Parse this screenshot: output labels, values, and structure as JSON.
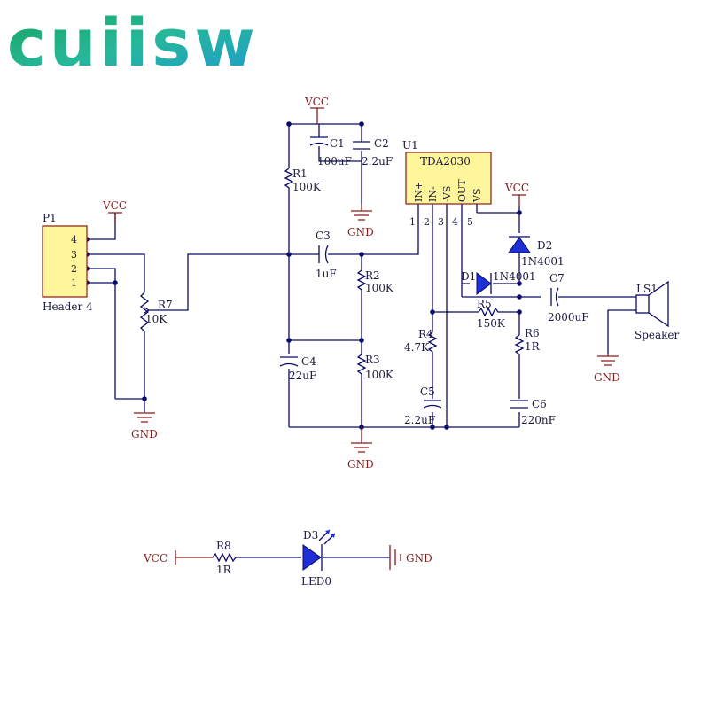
{
  "logo": {
    "text": "cuiisw",
    "color": "#1aa36b",
    "accent": "#29b6c6"
  },
  "power": {
    "vcc": "VCC",
    "gnd": "GND"
  },
  "header": {
    "ref": "P1",
    "name": "Header 4",
    "pins": [
      "4",
      "3",
      "2",
      "1"
    ]
  },
  "ic": {
    "ref": "U1",
    "part": "TDA2030",
    "pin_names": [
      "IN+",
      "IN-",
      "-VS",
      "OUT",
      "VS"
    ],
    "pin_numbers": [
      "1",
      "2",
      "3",
      "4",
      "5"
    ]
  },
  "components": {
    "r1": {
      "ref": "R1",
      "value": "100K"
    },
    "r2": {
      "ref": "R2",
      "value": "100K"
    },
    "r3": {
      "ref": "R3",
      "value": "100K"
    },
    "r4": {
      "ref": "R4",
      "value": "4.7K"
    },
    "r5": {
      "ref": "R5",
      "value": "150K"
    },
    "r6": {
      "ref": "R6",
      "value": "1R"
    },
    "r7": {
      "ref": "R7",
      "value": "10K"
    },
    "r8": {
      "ref": "R8",
      "value": "1R"
    },
    "c1": {
      "ref": "C1",
      "value": "100uF"
    },
    "c2": {
      "ref": "C2",
      "value": "2.2uF"
    },
    "c3": {
      "ref": "C3",
      "value": "1uF"
    },
    "c4": {
      "ref": "C4",
      "value": "22uF"
    },
    "c5": {
      "ref": "C5",
      "value": "2.2uF"
    },
    "c6": {
      "ref": "C6",
      "value": "220nF"
    },
    "c7": {
      "ref": "C7",
      "value": "2000uF"
    },
    "d1": {
      "ref": "D1",
      "value": "1N4001"
    },
    "d2": {
      "ref": "D2",
      "value": "1N4001"
    },
    "d3": {
      "ref": "D3",
      "value": "LED0"
    },
    "ls1": {
      "ref": "LS1",
      "value": "Speaker"
    }
  },
  "colors": {
    "wire": "#0b0b6b",
    "power": "#8b1a1a",
    "ic_fill": "#fff59a",
    "diode_fill": "#1e2fd6"
  }
}
